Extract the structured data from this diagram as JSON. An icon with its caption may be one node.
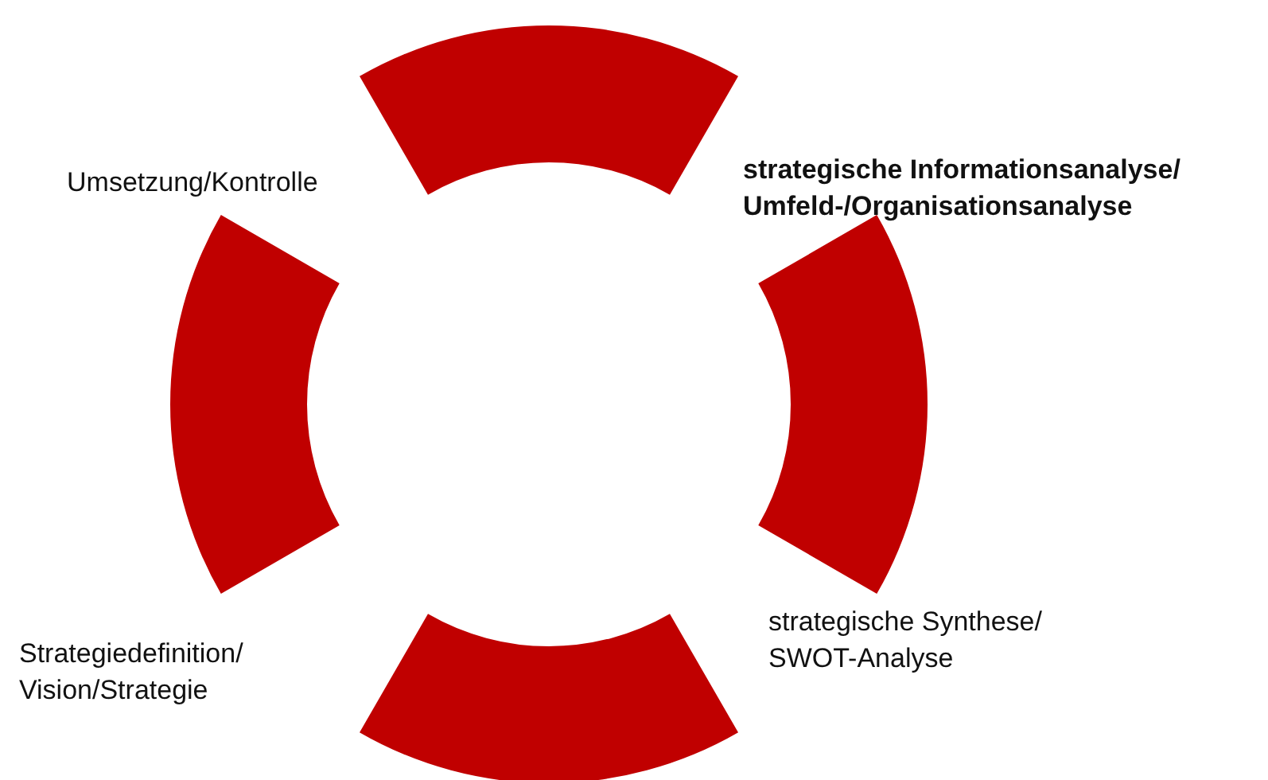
{
  "diagram": {
    "nodes": [
      {
        "text": [],
        "shape": "arc"
      },
      {
        "text": [],
        "shape": "arc"
      },
      {
        "text": [],
        "shape": "arc"
      },
      {
        "text": [],
        "shape": "arc"
      }
    ],
    "labels": [
      "Umsetzung/Kontrolle",
      "strategische Informationsanalyse/ Umfeld-/Organisationsanalyse",
      "strategische Synthese/ SWOT-Analyse",
      "Strategiedefinition/ Vision/Strategie"
    ]
  }
}
